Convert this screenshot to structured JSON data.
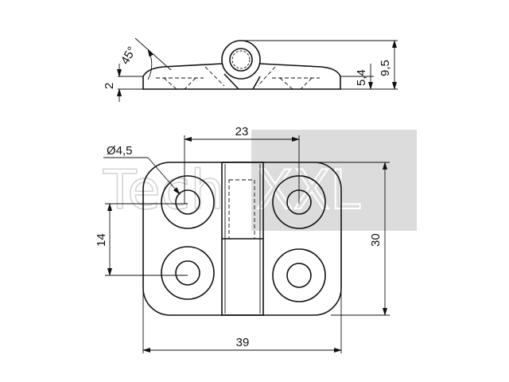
{
  "watermark": {
    "text_light": "Tech",
    "text_box": "XXL",
    "box_color": "#dcdcdc"
  },
  "side_view": {
    "angle_label": "45°",
    "thickness_label": "2",
    "height_inner_label": "5,4",
    "height_total_label": "9,5"
  },
  "top_view": {
    "hole_diameter_label": "Ø4,5",
    "hole_spacing_x_label": "23",
    "hole_spacing_y_label": "14",
    "height_label": "30",
    "width_label": "39"
  },
  "colors": {
    "line": "#111111",
    "watermark": "#d2d2d2"
  }
}
